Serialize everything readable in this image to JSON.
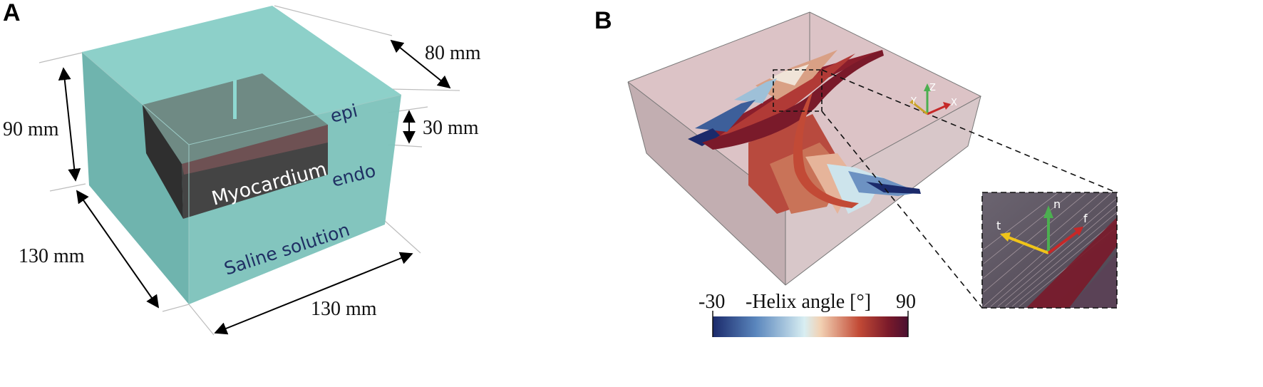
{
  "panel_a": {
    "label": "A",
    "dimensions": {
      "depth": "80 mm",
      "height": "90 mm",
      "slab": "30 mm",
      "width_left": "130 mm",
      "width_bottom": "130 mm"
    },
    "labels": {
      "epi": "epi",
      "endo": "endo",
      "myocardium": "Myocardium",
      "saline": "Saline solution"
    },
    "colors": {
      "saline": "#7fc9c2",
      "myocardium": "#454545"
    }
  },
  "panel_b": {
    "label": "B",
    "axes": {
      "x": "X",
      "y": "Y",
      "z": "Z"
    },
    "inset": {
      "n": "n",
      "t": "t",
      "f": "f"
    },
    "colorbar": {
      "min": "-30",
      "max": "90",
      "title": "-Helix angle [°]",
      "colors": [
        "#1b2a6b",
        "#5a86bd",
        "#d8eef2",
        "#f2d2b4",
        "#c24a36",
        "#7a1a2a",
        "#4a1030"
      ]
    }
  }
}
